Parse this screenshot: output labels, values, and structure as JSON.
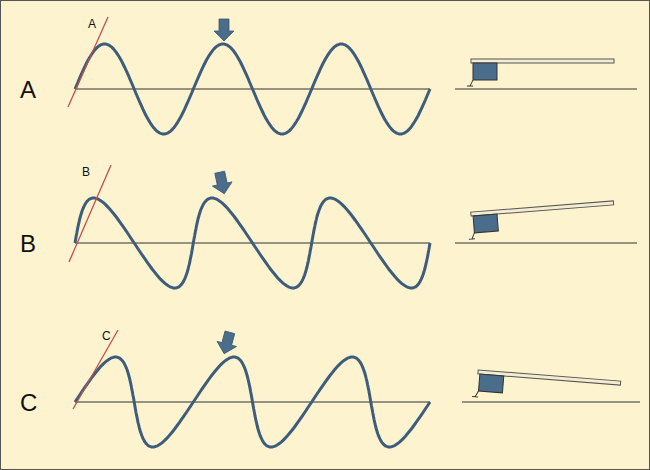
{
  "diagram": {
    "labels": [
      "A",
      "A",
      "B",
      "B",
      "C",
      "C"
    ]
  }
}
